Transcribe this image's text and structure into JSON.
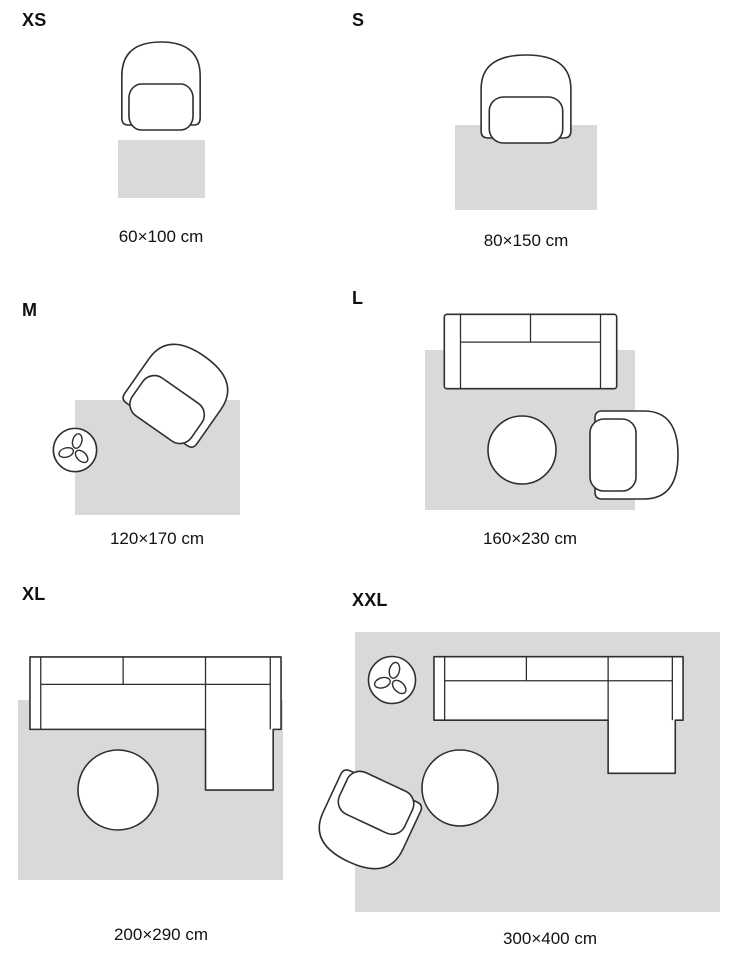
{
  "colors": {
    "background": "#ffffff",
    "rug": "#d9d9d9",
    "furniture": "#ffffff",
    "outline": "#2f2f2f",
    "text": "#111111"
  },
  "sizes": [
    {
      "id": "xs",
      "label": "XS",
      "dimensions": "60×100 cm",
      "furniture": [
        "armchair"
      ]
    },
    {
      "id": "s",
      "label": "S",
      "dimensions": "80×150 cm",
      "furniture": [
        "armchair"
      ]
    },
    {
      "id": "m",
      "label": "M",
      "dimensions": "120×170 cm",
      "furniture": [
        "armchair",
        "plant"
      ]
    },
    {
      "id": "l",
      "label": "L",
      "dimensions": "160×230 cm",
      "furniture": [
        "sofa",
        "coffee-table",
        "armchair"
      ]
    },
    {
      "id": "xl",
      "label": "XL",
      "dimensions": "200×290 cm",
      "furniture": [
        "sectional-sofa",
        "coffee-table"
      ]
    },
    {
      "id": "xxl",
      "label": "XXL",
      "dimensions": "300×400 cm",
      "furniture": [
        "plant",
        "sectional-sofa",
        "coffee-table",
        "armchair"
      ]
    }
  ]
}
